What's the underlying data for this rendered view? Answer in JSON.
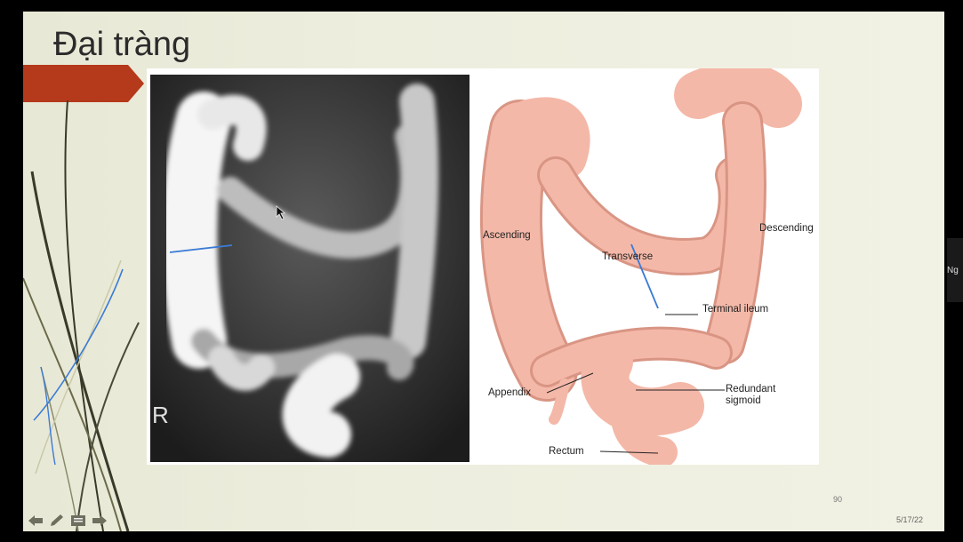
{
  "slide": {
    "title": "Đại tràng",
    "page_number": "90",
    "date": "5/17/22"
  },
  "xray": {
    "marker": "R"
  },
  "diagram": {
    "labels": {
      "ascending": "Ascending",
      "descending": "Descending",
      "transverse": "Transverse",
      "terminal_ileum": "Terminal ileum",
      "appendix": "Appendix",
      "redundant_sigmoid": "Redundant\nsigmoid",
      "rectum": "Rectum"
    }
  },
  "side_panel": {
    "label": "Ng"
  },
  "toolbar": {
    "icons": [
      "arrow-left-icon",
      "pen-icon",
      "menu-icon",
      "arrow-right-icon"
    ]
  },
  "colors": {
    "accent_arrow": "#b5391b",
    "colon_pink": "#f4b8a8",
    "annotation_blue": "#3a7bd5"
  }
}
